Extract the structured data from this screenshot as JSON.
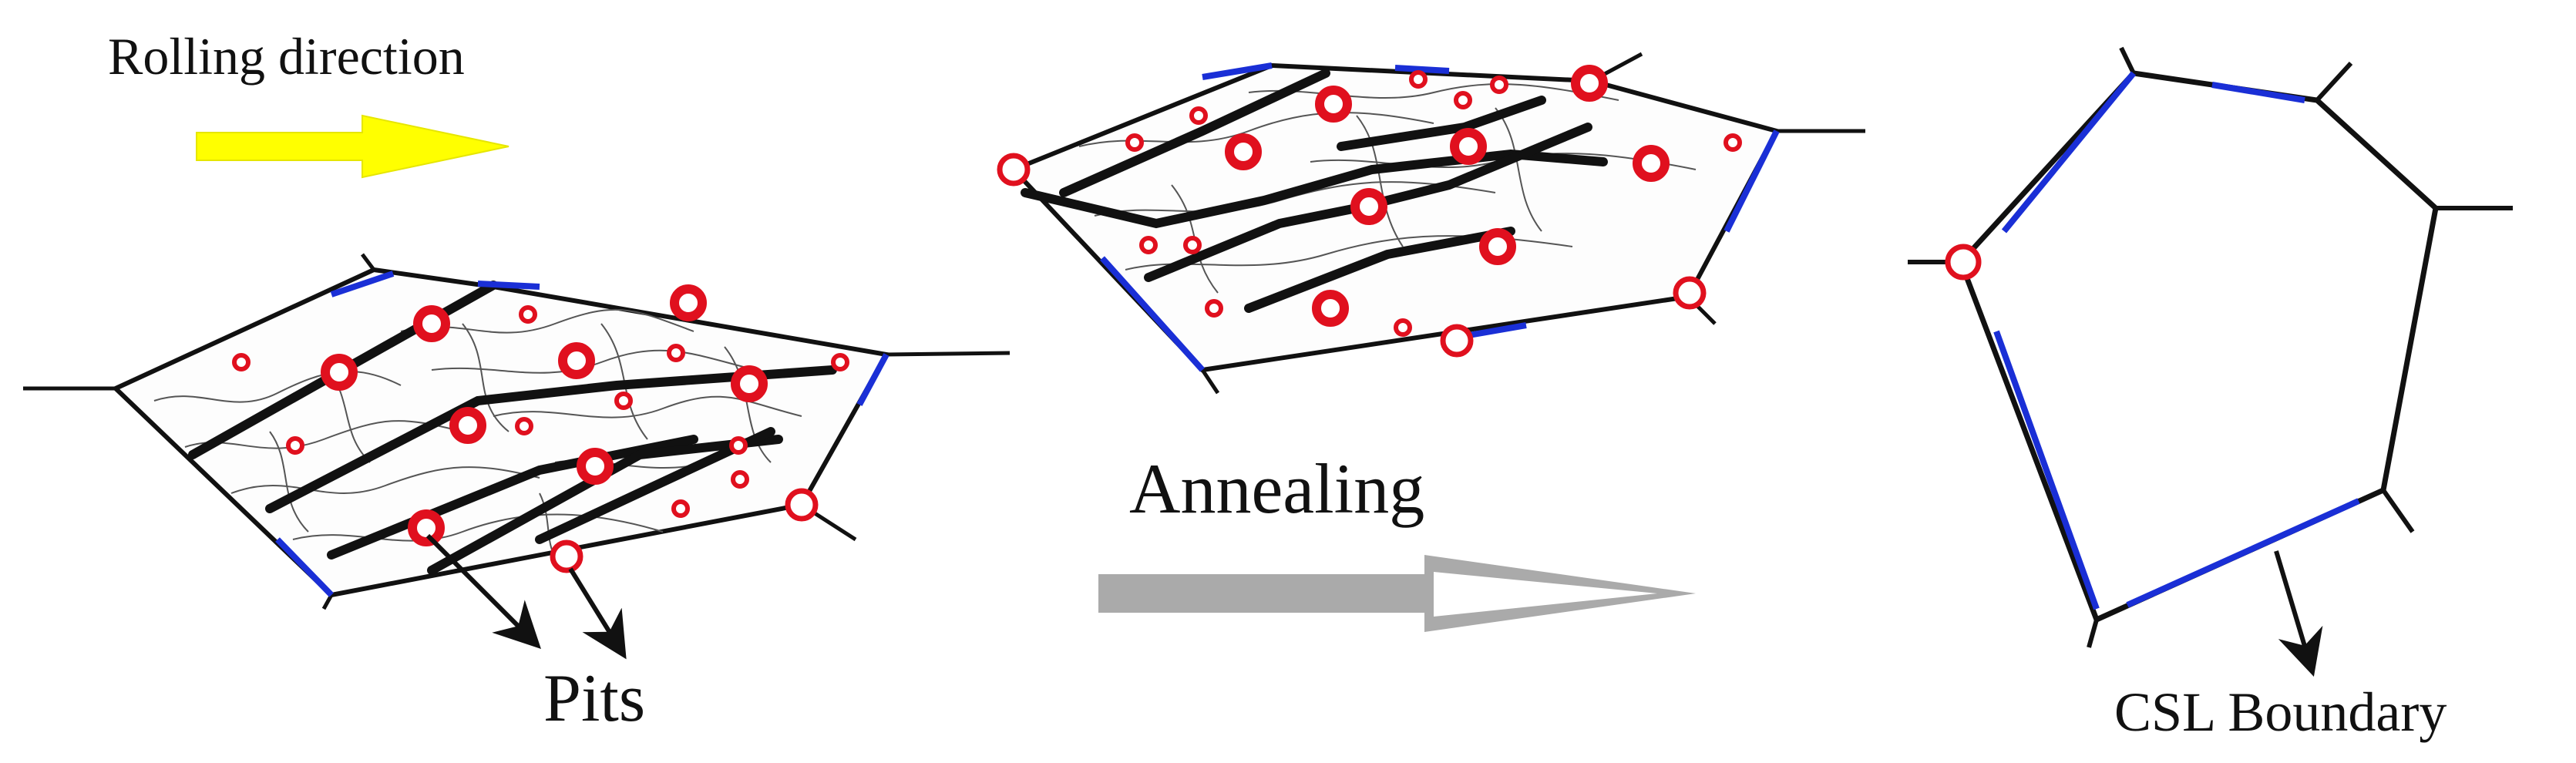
{
  "labels": {
    "rolling_direction": "Rolling direction",
    "annealing": "Annealing",
    "pits": "Pits",
    "csl_boundary": "CSL Boundary"
  },
  "colors": {
    "rolling_arrow": "#ffff00",
    "annealing_arrow": "#aaaaaa",
    "pit": "#e0101e",
    "csl_line": "#1a2fd6",
    "grain_boundary": "#111111"
  }
}
